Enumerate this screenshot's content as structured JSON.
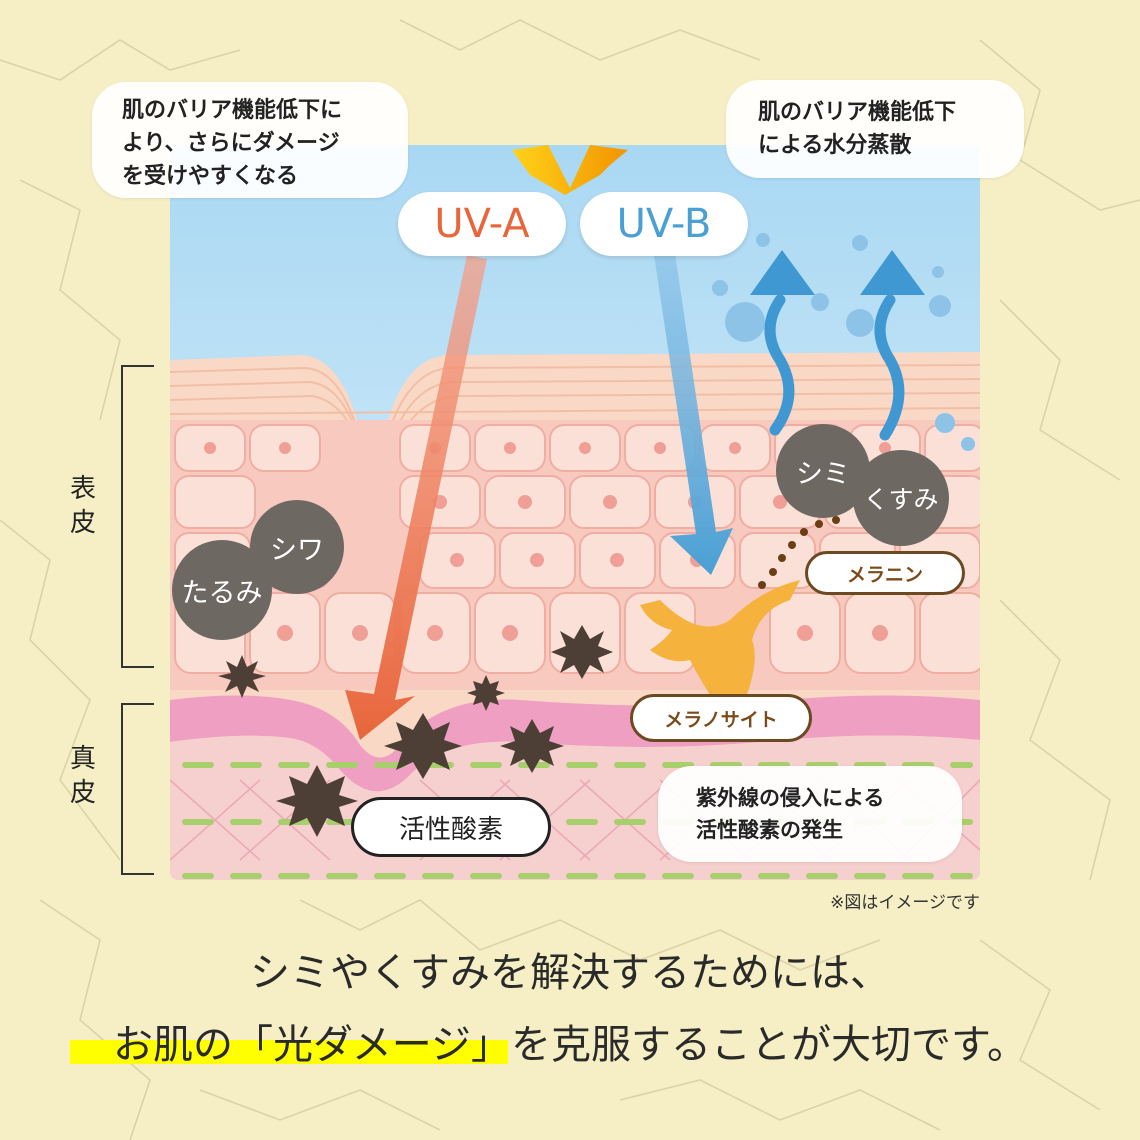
{
  "callouts": {
    "left_top": [
      "肌のバリア機能低下に",
      "より、さらにダメージ",
      "を受けやすくなる"
    ],
    "right_top": [
      "肌のバリア機能低下",
      "による水分蒸散"
    ],
    "uv_a": "UV-A",
    "uv_b": "UV-B",
    "wrinkle": "シワ",
    "sagging": "たるみ",
    "spots": "シミ",
    "dullness": "くすみ",
    "melanin": "メラニン",
    "melanocyte": "メラノサイト",
    "ros": "活性酸素",
    "ros_note": [
      "紫外線の侵入による",
      "活性酸素の発生"
    ]
  },
  "layers": {
    "epidermis": "表皮",
    "dermis": "真皮"
  },
  "note": "※図はイメージです",
  "caption": {
    "line1": "シミやくすみを解決するためには、",
    "line2_pre": "お肌の",
    "line2_highlight": "「光ダメージ」",
    "line2_post": "を克服することが大切です。"
  },
  "colors": {
    "uv_a": "#e8663b",
    "uv_b": "#4a9fd4",
    "highlight": "#ffff00",
    "dark_circle": "#6e6863",
    "melanin": "#7a4a1a"
  }
}
